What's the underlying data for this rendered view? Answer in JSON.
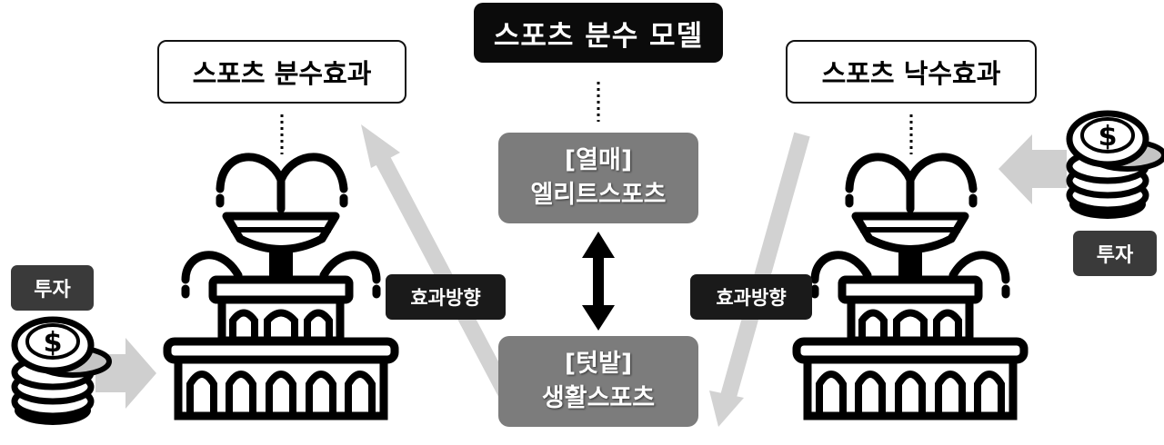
{
  "title": "스포츠 분수 모델",
  "left_effect": "스포츠 분수효과",
  "right_effect": "스포츠 낙수효과",
  "elite_box": {
    "line1": "[열매]",
    "line2": "엘리트스포츠"
  },
  "grassroots_box": {
    "line1": "[텃밭]",
    "line2": "생활스포츠"
  },
  "left_direction_label": "효과방향",
  "right_direction_label": "효과방향",
  "left_invest_label": "투자",
  "right_invest_label": "투자",
  "coin_symbol": "$",
  "colors": {
    "dark": "#0b0b0b",
    "box_gray": "#7c7c7c",
    "arrow_light_gray": "#d2d2d2",
    "coin_shadow": "#c4c4c4"
  },
  "icons": [
    "fountain-icon",
    "dollar-coin-stack-icon"
  ]
}
